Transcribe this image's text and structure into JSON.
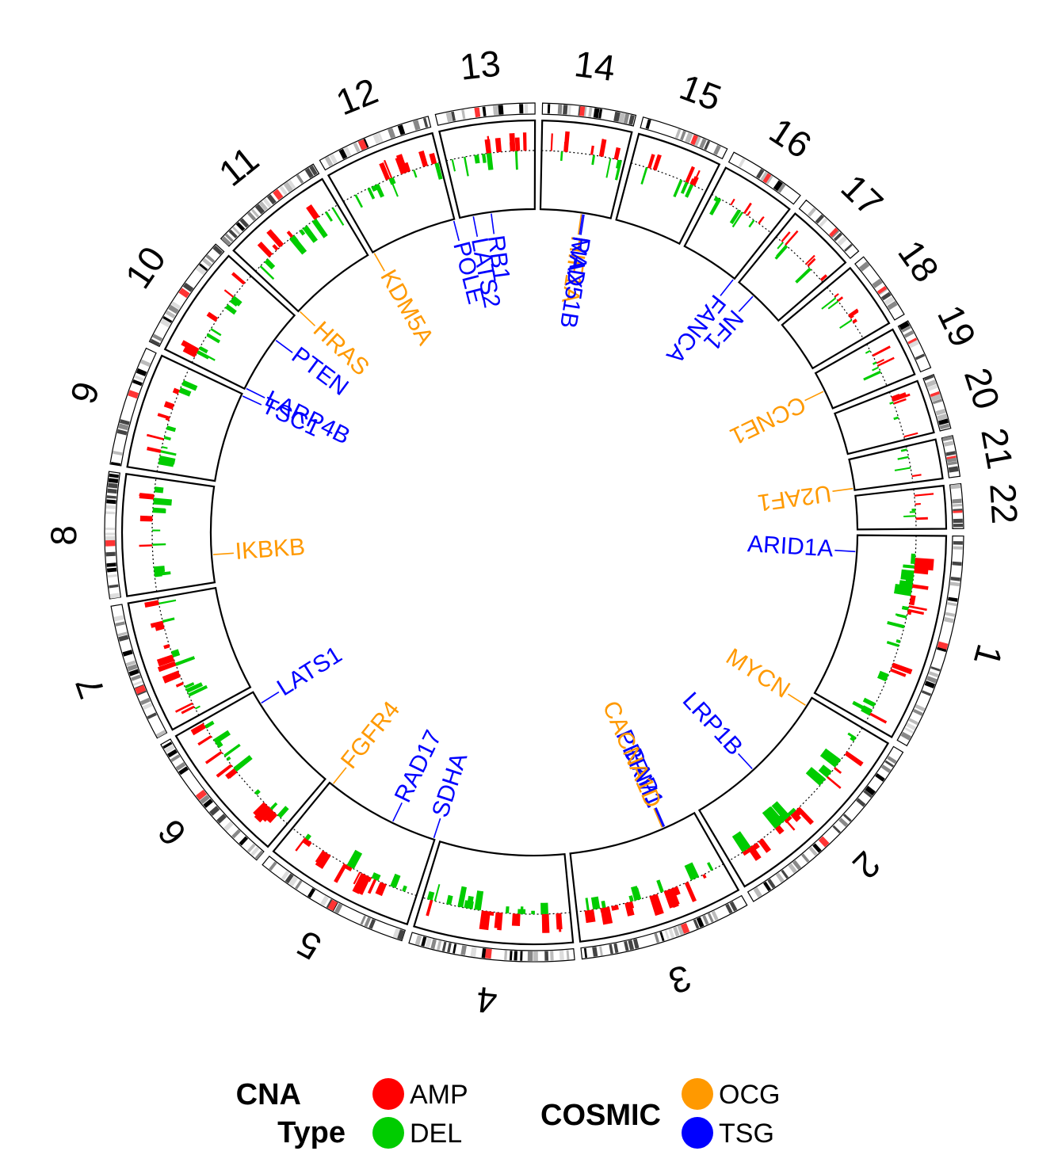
{
  "colors": {
    "amp": "#ff0000",
    "del": "#00cc00",
    "ocg": "#ff9900",
    "tsg": "#0000ff",
    "frame": "#000000"
  },
  "chromosomes": [
    {
      "name": "1",
      "size": 249
    },
    {
      "name": "2",
      "size": 242
    },
    {
      "name": "3",
      "size": 198
    },
    {
      "name": "4",
      "size": 190
    },
    {
      "name": "5",
      "size": 181
    },
    {
      "name": "6",
      "size": 171
    },
    {
      "name": "7",
      "size": 159
    },
    {
      "name": "8",
      "size": 145
    },
    {
      "name": "9",
      "size": 138
    },
    {
      "name": "10",
      "size": 134
    },
    {
      "name": "11",
      "size": 135
    },
    {
      "name": "12",
      "size": 133
    },
    {
      "name": "13",
      "size": 114
    },
    {
      "name": "14",
      "size": 107
    },
    {
      "name": "15",
      "size": 102
    },
    {
      "name": "16",
      "size": 90
    },
    {
      "name": "17",
      "size": 83
    },
    {
      "name": "18",
      "size": 80
    },
    {
      "name": "19",
      "size": 59
    },
    {
      "name": "20",
      "size": 64
    },
    {
      "name": "21",
      "size": 47
    },
    {
      "name": "22",
      "size": 51
    }
  ],
  "genes": [
    {
      "name": "ARID1A",
      "chrom": "1",
      "pos": 0.1,
      "type": "TSG"
    },
    {
      "name": "MYCN",
      "chrom": "2",
      "pos": 0.06,
      "type": "OCG"
    },
    {
      "name": "LRP1B",
      "chrom": "2",
      "pos": 0.58,
      "type": "TSG"
    },
    {
      "name": "BAP1",
      "chrom": "3",
      "pos": 0.25,
      "type": "TSG"
    },
    {
      "name": "PBRM1",
      "chrom": "3",
      "pos": 0.26,
      "type": "TSG"
    },
    {
      "name": "CACNA1D",
      "chrom": "3",
      "pos": 0.27,
      "type": "OCG"
    },
    {
      "name": "SDHA",
      "chrom": "5",
      "pos": 0.01,
      "type": "TSG"
    },
    {
      "name": "RAD17",
      "chrom": "5",
      "pos": 0.38,
      "type": "TSG"
    },
    {
      "name": "FGFR4",
      "chrom": "5",
      "pos": 0.97,
      "type": "OCG"
    },
    {
      "name": "LATS1",
      "chrom": "6",
      "pos": 0.88,
      "type": "TSG"
    },
    {
      "name": "IKBKB",
      "chrom": "8",
      "pos": 0.29,
      "type": "OCG"
    },
    {
      "name": "TSC1",
      "chrom": "9",
      "pos": 0.98,
      "type": "TSG"
    },
    {
      "name": "LARP4B",
      "chrom": "10",
      "pos": 0.01,
      "type": "TSG"
    },
    {
      "name": "PTEN",
      "chrom": "10",
      "pos": 0.65,
      "type": "TSG"
    },
    {
      "name": "HRAS",
      "chrom": "11",
      "pos": 0.01,
      "type": "OCG"
    },
    {
      "name": "KDM5A",
      "chrom": "12",
      "pos": 0.01,
      "type": "OCG"
    },
    {
      "name": "POLE",
      "chrom": "12",
      "pos": 0.99,
      "type": "TSG"
    },
    {
      "name": "LATS2",
      "chrom": "13",
      "pos": 0.18,
      "type": "TSG"
    },
    {
      "name": "RB1",
      "chrom": "13",
      "pos": 0.42,
      "type": "TSG"
    },
    {
      "name": "HIF1A",
      "chrom": "14",
      "pos": 0.58,
      "type": "OCG"
    },
    {
      "name": "MAX",
      "chrom": "14",
      "pos": 0.6,
      "type": "TSG"
    },
    {
      "name": "RAD51B",
      "chrom": "14",
      "pos": 0.62,
      "type": "TSG"
    },
    {
      "name": "FANCA",
      "chrom": "16",
      "pos": 0.99,
      "type": "TSG"
    },
    {
      "name": "NF1",
      "chrom": "17",
      "pos": 0.36,
      "type": "TSG"
    },
    {
      "name": "CCNE1",
      "chrom": "19",
      "pos": 0.51,
      "type": "OCG"
    },
    {
      "name": "U2AF1",
      "chrom": "21",
      "pos": 0.94,
      "type": "OCG"
    }
  ],
  "legend": {
    "cna_title_line1": "CNA",
    "cna_title_line2": "Type",
    "amp_label": "AMP",
    "del_label": "DEL",
    "cosmic_title": "COSMIC",
    "ocg_label": "OCG",
    "tsg_label": "TSG"
  }
}
